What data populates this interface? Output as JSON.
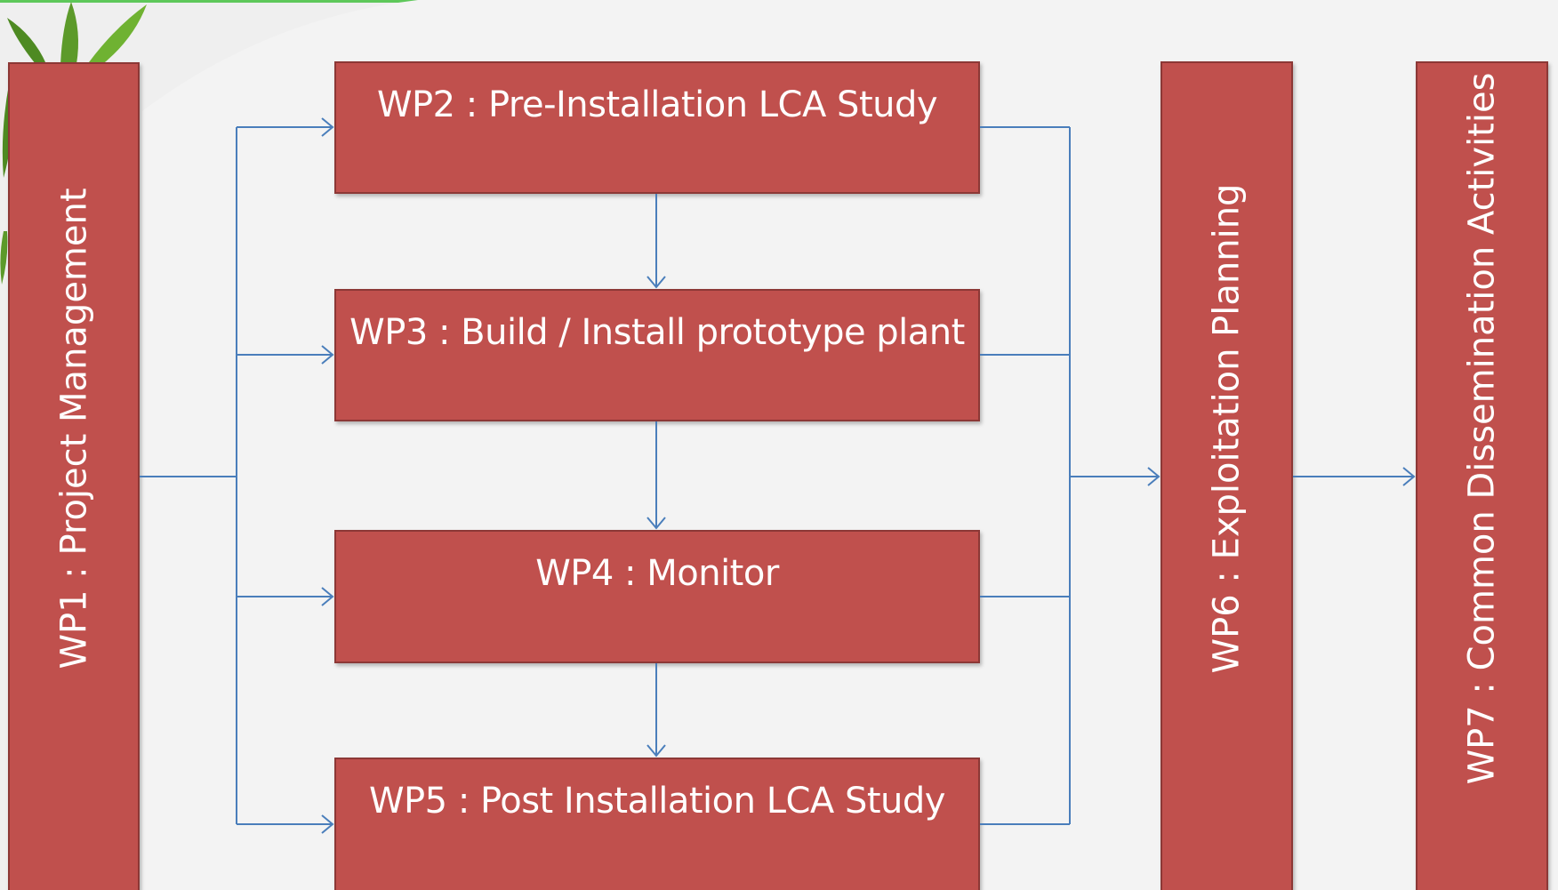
{
  "colors": {
    "box_fill": "#c0504d",
    "box_border": "#8c3836",
    "connector": "#4a7ebb",
    "background": "#efefef",
    "accent_line": "#5ec85a"
  },
  "boxes": {
    "wp1": "WP1 : Project Management",
    "wp2": "WP2 : Pre-Installation LCA Study",
    "wp3": "WP3 : Build / Install prototype plant",
    "wp4": "WP4 : Monitor",
    "wp5": "WP5 : Post Installation LCA Study",
    "wp6": "WP6 : Exploitation Planning",
    "wp7": "WP7 : Common Dissemination Activities"
  },
  "edges": [
    {
      "from": "wp1",
      "to": "wp2"
    },
    {
      "from": "wp1",
      "to": "wp3"
    },
    {
      "from": "wp1",
      "to": "wp4"
    },
    {
      "from": "wp1",
      "to": "wp5"
    },
    {
      "from": "wp2",
      "to": "wp3"
    },
    {
      "from": "wp3",
      "to": "wp4"
    },
    {
      "from": "wp4",
      "to": "wp5"
    },
    {
      "from": "wp2",
      "to": "wp6"
    },
    {
      "from": "wp3",
      "to": "wp6"
    },
    {
      "from": "wp4",
      "to": "wp6"
    },
    {
      "from": "wp5",
      "to": "wp6"
    },
    {
      "from": "wp6",
      "to": "wp7"
    }
  ]
}
